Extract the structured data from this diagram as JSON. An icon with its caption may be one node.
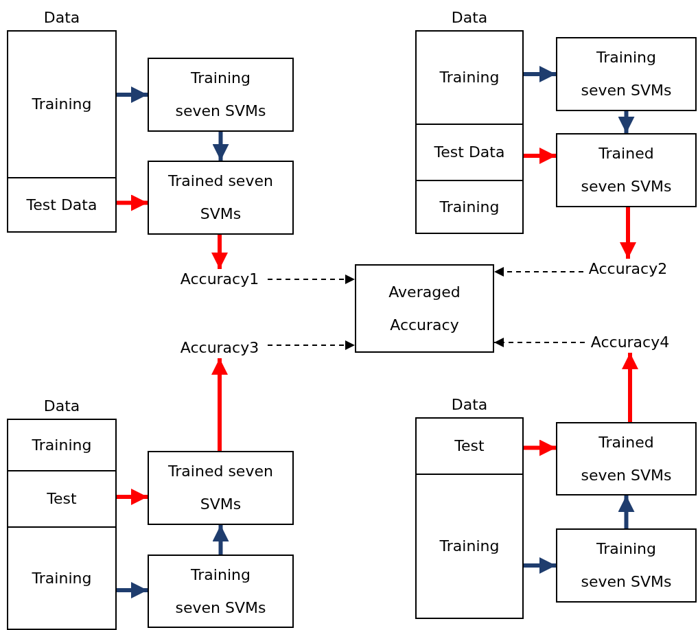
{
  "diagram": {
    "nodes": [
      {
        "text": [
          "Data"
        ]
      },
      {
        "text": [
          "Training"
        ],
        "in": 0
      },
      {
        "text": [
          "Test Data"
        ],
        "in": 0
      },
      {
        "text": [
          "Training seven SVMs"
        ]
      },
      {
        "text": [
          "Trained seven SVMs"
        ]
      },
      {
        "text": [
          "Accuracy1"
        ]
      },
      {
        "text": [
          "Data"
        ]
      },
      {
        "text": [
          "Training"
        ],
        "in": 6
      },
      {
        "text": [
          "Test Data"
        ],
        "in": 6
      },
      {
        "text": [
          "Training"
        ],
        "in": 6
      },
      {
        "text": [
          "Training seven SVMs"
        ]
      },
      {
        "text": [
          "Trained seven SVMs"
        ]
      },
      {
        "text": [
          "Accuracy2"
        ]
      },
      {
        "text": [
          "Averaged Accuracy"
        ]
      },
      {
        "text": [
          "Data"
        ]
      },
      {
        "text": [
          "Training"
        ],
        "in": 14
      },
      {
        "text": [
          "Test"
        ],
        "in": 14
      },
      {
        "text": [
          "Training"
        ],
        "in": 14
      },
      {
        "text": [
          "Trained seven SVMs"
        ]
      },
      {
        "text": [
          "Training seven SVMs"
        ]
      },
      {
        "text": [
          "Accuracy3"
        ]
      },
      {
        "text": [
          "Data"
        ]
      },
      {
        "text": [
          "Test"
        ],
        "in": 21
      },
      {
        "text": [
          "Training"
        ],
        "in": 21
      },
      {
        "text": [
          "Trained seven SVMs"
        ]
      },
      {
        "text": [
          "Training seven SVMs"
        ]
      },
      {
        "text": [
          "Accuracy4"
        ]
      }
    ],
    "edges": [
      {
        "from": 1,
        "to": 3,
        "arrow": "to",
        "color": "#1f3d6e"
      },
      {
        "from": 3,
        "to": 4,
        "arrow": "to",
        "color": "#1f3d6e"
      },
      {
        "from": 2,
        "to": 4,
        "arrow": "to",
        "color": "#ff0000"
      },
      {
        "from": 4,
        "to": 5,
        "arrow": "to",
        "color": "#ff0000"
      },
      {
        "from": 5,
        "to": 13,
        "arrow": "to",
        "style": "dashed",
        "color": "#000000"
      },
      {
        "from": 7,
        "to": 10,
        "arrow": "to",
        "color": "#1f3d6e"
      },
      {
        "from": 10,
        "to": 11,
        "arrow": "to",
        "color": "#1f3d6e"
      },
      {
        "from": 8,
        "to": 11,
        "arrow": "to",
        "color": "#ff0000"
      },
      {
        "from": 11,
        "to": 12,
        "arrow": "to",
        "color": "#ff0000"
      },
      {
        "from": 12,
        "to": 13,
        "arrow": "to",
        "style": "dashed",
        "color": "#000000"
      },
      {
        "from": 16,
        "to": 18,
        "arrow": "to",
        "color": "#ff0000"
      },
      {
        "from": 17,
        "to": 19,
        "arrow": "to",
        "color": "#1f3d6e"
      },
      {
        "from": 19,
        "to": 18,
        "arrow": "to",
        "color": "#1f3d6e"
      },
      {
        "from": 18,
        "to": 20,
        "arrow": "to",
        "color": "#ff0000"
      },
      {
        "from": 20,
        "to": 13,
        "arrow": "to",
        "style": "dashed",
        "color": "#000000"
      },
      {
        "from": 22,
        "to": 24,
        "arrow": "to",
        "color": "#ff0000"
      },
      {
        "from": 23,
        "to": 25,
        "arrow": "to",
        "color": "#1f3d6e"
      },
      {
        "from": 25,
        "to": 24,
        "arrow": "to",
        "color": "#1f3d6e"
      },
      {
        "from": 24,
        "to": 26,
        "arrow": "to",
        "color": "#ff0000"
      },
      {
        "from": 26,
        "to": 13,
        "arrow": "to",
        "style": "dashed",
        "color": "#000000"
      }
    ]
  }
}
